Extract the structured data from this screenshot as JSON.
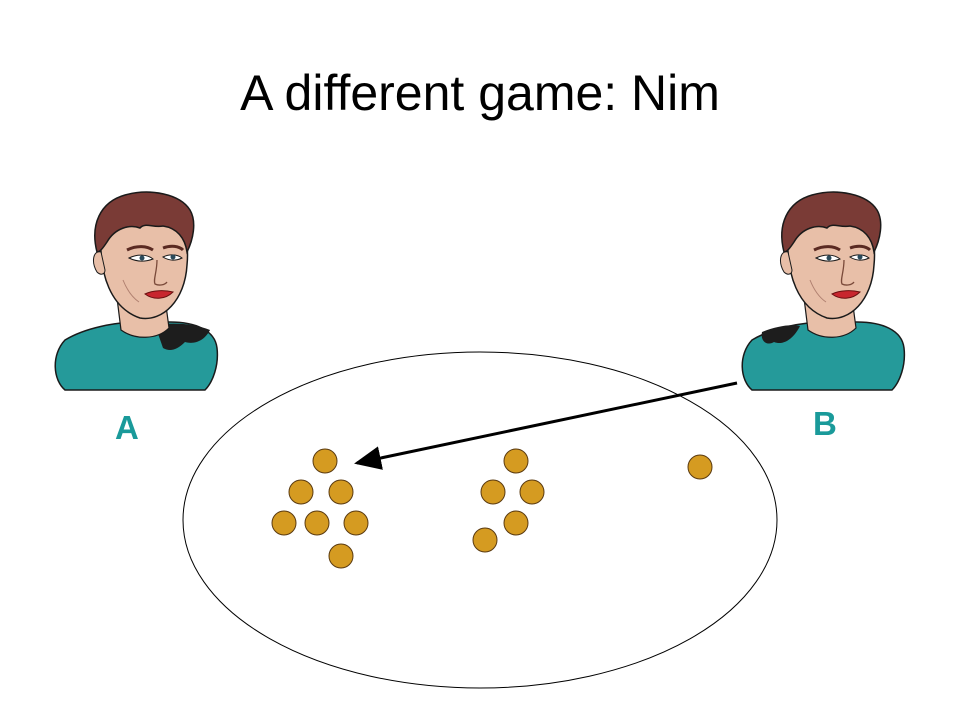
{
  "slide": {
    "title": "A different game: Nim",
    "background": "#ffffff"
  },
  "players": [
    {
      "id": "a",
      "label": "A",
      "icon": "player-portrait-icon"
    },
    {
      "id": "b",
      "label": "B",
      "icon": "player-portrait-icon"
    }
  ],
  "colors": {
    "label": "#1a9a9a",
    "shirt": "#259a9a",
    "hair": "#7a3b36",
    "skin": "#e8bfa8",
    "token_fill": "#d59b21",
    "token_stroke": "#5a3a10",
    "table_stroke": "#000000",
    "arrow": "#000000"
  },
  "nim": {
    "piles": [
      {
        "name": "pile-1",
        "token_count": 7
      },
      {
        "name": "pile-2",
        "token_count": 5
      },
      {
        "name": "pile-3",
        "token_count": 1
      }
    ],
    "move": {
      "player": "B",
      "target_pile": "pile-1"
    }
  }
}
